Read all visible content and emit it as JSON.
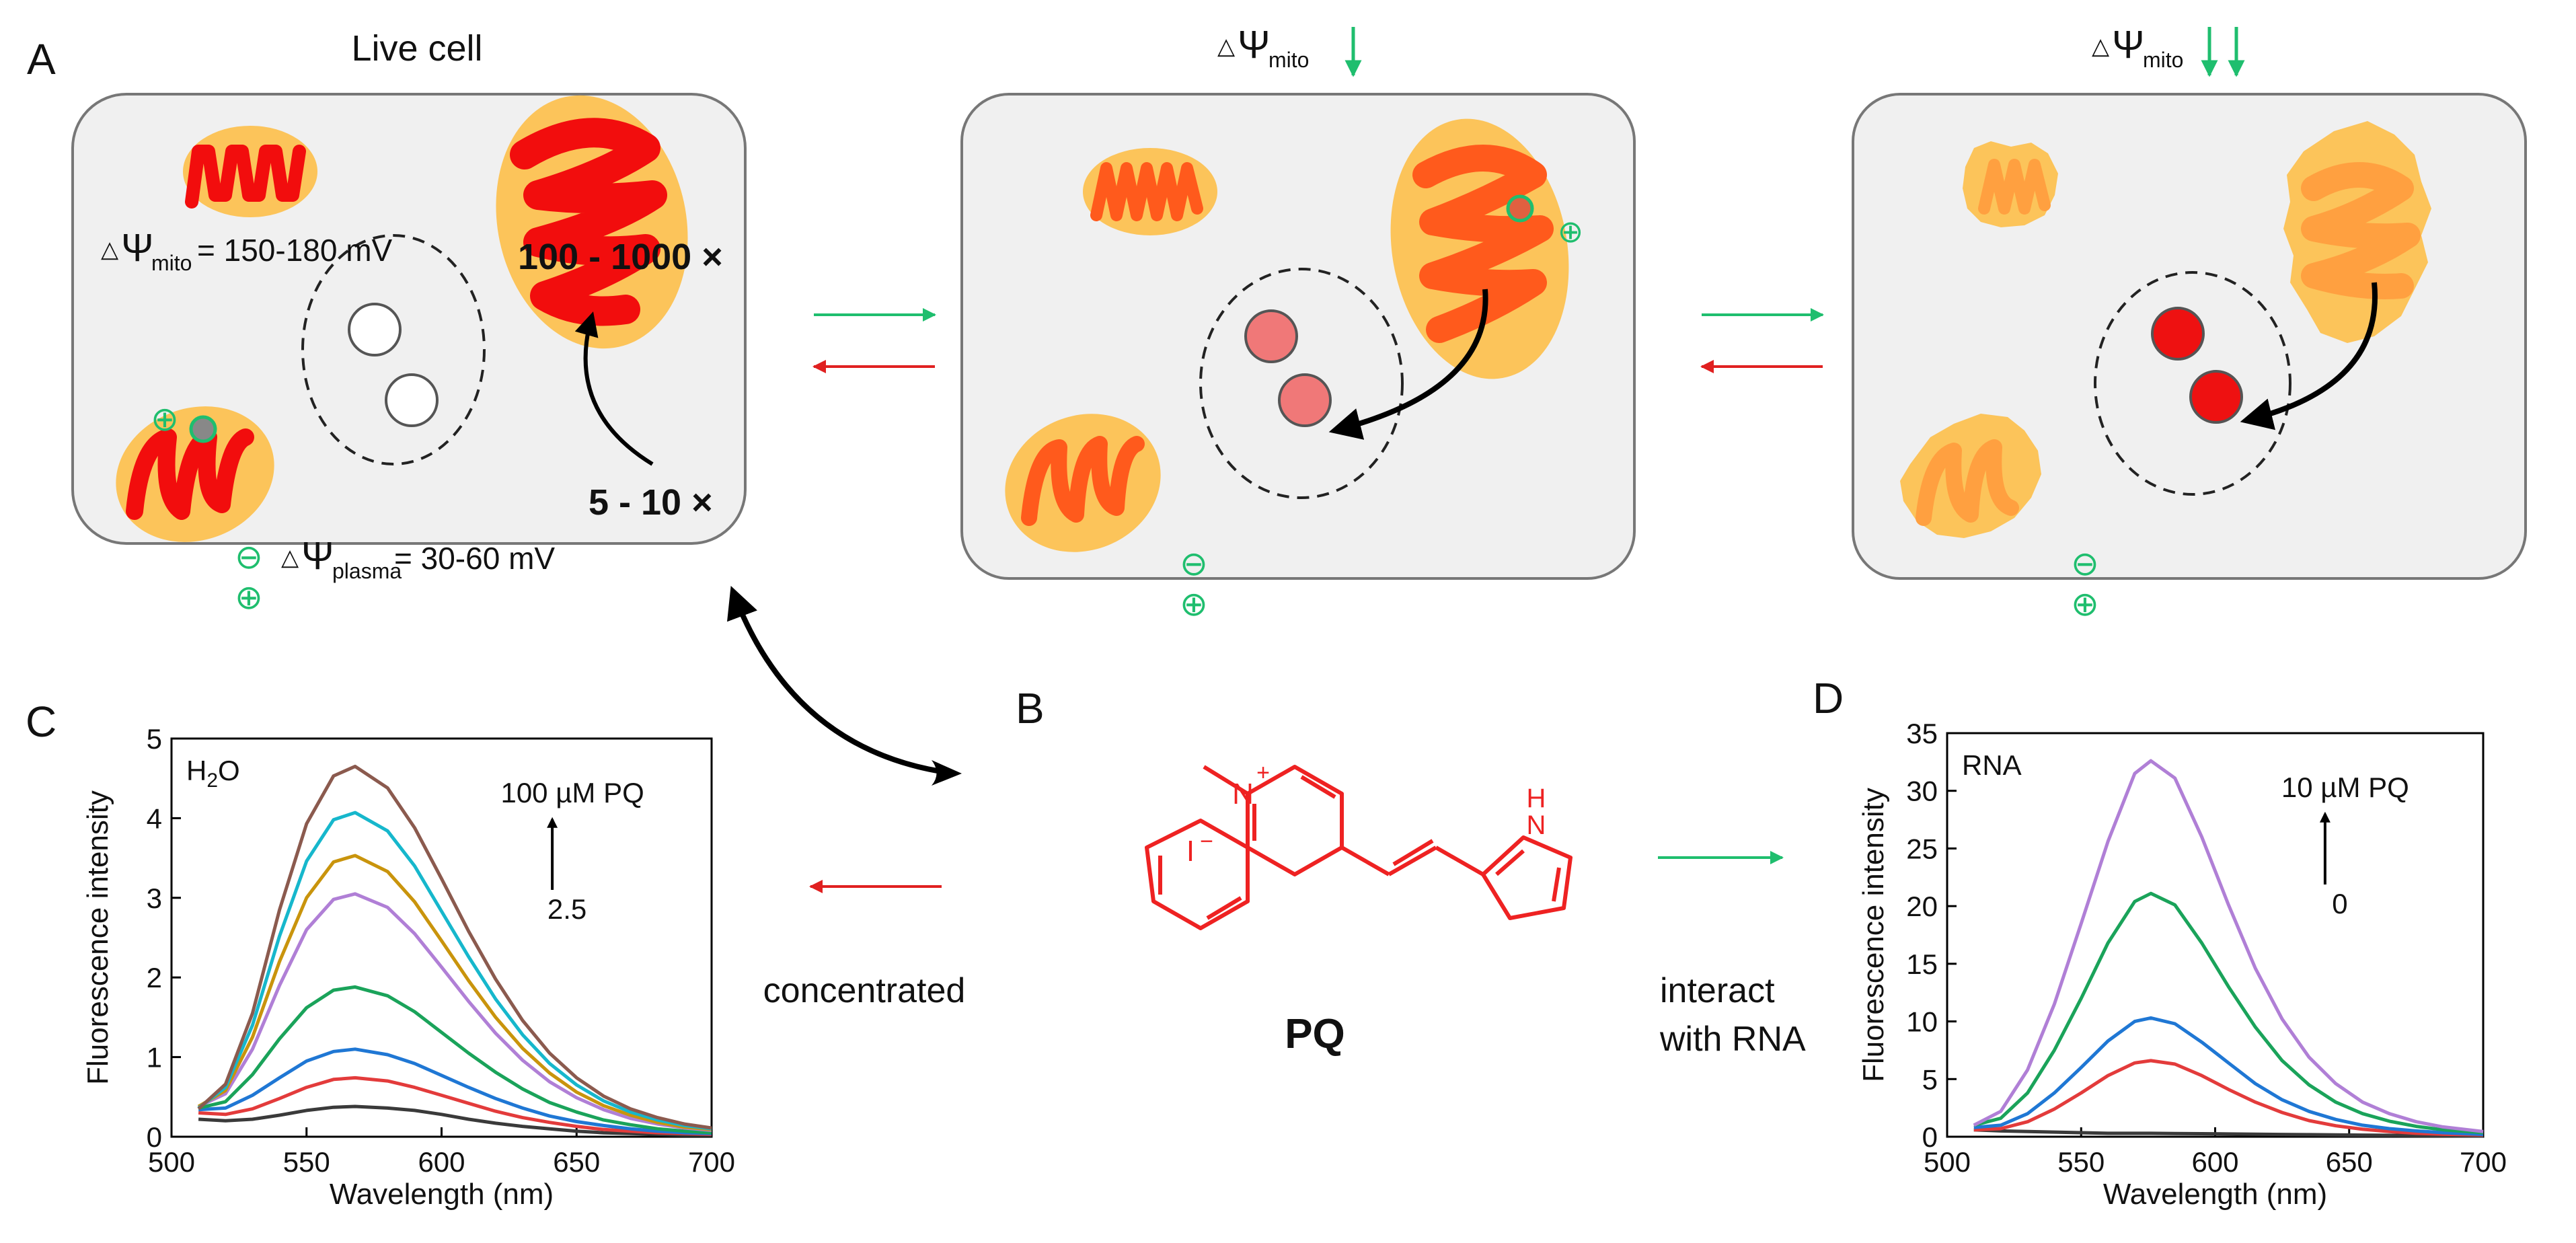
{
  "panel_labels": {
    "A": "A",
    "B": "B",
    "C": "C",
    "D": "D"
  },
  "panel_a": {
    "live_cell_title": "Live cell",
    "delta_symbol": "△",
    "psi": "Ψ",
    "mito_sub": "mito",
    "plasma_sub": "plasma",
    "mito_potential": "= 150-180 mV",
    "plasma_potential": "= 30-60 mV",
    "accumulation_mito": "100 - 1000 ×",
    "accumulation_plasma": "5 - 10 ×",
    "minus": "⊖",
    "plus": "⊕"
  },
  "panel_b": {
    "molecule_name": "PQ",
    "iodide": "I",
    "iodide_charge": "−",
    "nitrogen": "N",
    "nitrogen_charge": "+",
    "pyrrole_h": "H",
    "pyrrole_n": "N",
    "left_label": "concentrated",
    "right_label_line1": "interact",
    "right_label_line2": "with RNA"
  },
  "colors": {
    "mito_fill": "#fcc45a",
    "cristae_red": "#f20d0d",
    "cristae_orange": "#ff5a1c",
    "cristae_pale": "#ffa040",
    "nucleolus_pink": "#f07878",
    "nucleolus_red": "#ee1111",
    "green": "#1fbe6e",
    "red_arrow": "#e02020",
    "molecule_red": "#ee2222"
  },
  "chart_data": [
    {
      "type": "line",
      "panel": "C",
      "annotation": "H2O",
      "conc_top": "100 µM PQ",
      "conc_bottom": "2.5",
      "xlabel": "Wavelength (nm)",
      "ylabel": "Fluorescence intensity",
      "xlim": [
        500,
        700
      ],
      "ylim": [
        0,
        5
      ],
      "xticks": [
        500,
        550,
        600,
        650,
        700
      ],
      "yticks": [
        0,
        1,
        2,
        3,
        4,
        5
      ],
      "x": [
        510,
        520,
        530,
        540,
        550,
        560,
        568,
        580,
        590,
        600,
        610,
        620,
        630,
        640,
        650,
        660,
        670,
        680,
        690,
        700
      ],
      "series": [
        {
          "color": "#3a3a3a",
          "values": [
            0.22,
            0.2,
            0.22,
            0.27,
            0.33,
            0.37,
            0.38,
            0.36,
            0.33,
            0.28,
            0.22,
            0.17,
            0.13,
            0.1,
            0.07,
            0.05,
            0.04,
            0.03,
            0.02,
            0.02
          ]
        },
        {
          "color": "#e33b3b",
          "values": [
            0.3,
            0.28,
            0.35,
            0.48,
            0.62,
            0.72,
            0.74,
            0.7,
            0.62,
            0.52,
            0.42,
            0.32,
            0.24,
            0.18,
            0.13,
            0.09,
            0.07,
            0.05,
            0.04,
            0.03
          ]
        },
        {
          "color": "#1f77d4",
          "values": [
            0.34,
            0.36,
            0.52,
            0.74,
            0.95,
            1.07,
            1.1,
            1.03,
            0.92,
            0.77,
            0.62,
            0.48,
            0.36,
            0.26,
            0.19,
            0.14,
            0.1,
            0.07,
            0.05,
            0.04
          ]
        },
        {
          "color": "#1aa35a",
          "values": [
            0.36,
            0.44,
            0.78,
            1.23,
            1.62,
            1.84,
            1.88,
            1.77,
            1.57,
            1.31,
            1.05,
            0.81,
            0.6,
            0.43,
            0.31,
            0.21,
            0.15,
            0.1,
            0.07,
            0.05
          ]
        },
        {
          "color": "#b07fd6",
          "values": [
            0.38,
            0.54,
            1.1,
            1.9,
            2.6,
            2.98,
            3.05,
            2.88,
            2.55,
            2.13,
            1.7,
            1.3,
            0.96,
            0.69,
            0.49,
            0.34,
            0.23,
            0.16,
            0.11,
            0.08
          ]
        },
        {
          "color": "#c9940c",
          "values": [
            0.38,
            0.58,
            1.25,
            2.2,
            3.0,
            3.45,
            3.53,
            3.33,
            2.95,
            2.46,
            1.96,
            1.5,
            1.11,
            0.8,
            0.56,
            0.39,
            0.27,
            0.18,
            0.12,
            0.09
          ]
        },
        {
          "color": "#16b7cc",
          "values": [
            0.36,
            0.62,
            1.4,
            2.52,
            3.46,
            3.98,
            4.07,
            3.84,
            3.4,
            2.83,
            2.26,
            1.73,
            1.28,
            0.92,
            0.65,
            0.45,
            0.31,
            0.21,
            0.14,
            0.1
          ]
        },
        {
          "color": "#8b5a4e",
          "values": [
            0.35,
            0.66,
            1.55,
            2.85,
            3.93,
            4.53,
            4.65,
            4.38,
            3.88,
            3.24,
            2.58,
            1.98,
            1.46,
            1.05,
            0.74,
            0.51,
            0.35,
            0.24,
            0.16,
            0.11
          ]
        }
      ]
    },
    {
      "type": "line",
      "panel": "D",
      "annotation": "RNA",
      "conc_top": "10 µM PQ",
      "conc_bottom": "0",
      "xlabel": "Wavelength (nm)",
      "ylabel": "Fluorescence intensity",
      "xlim": [
        500,
        700
      ],
      "ylim": [
        0,
        35
      ],
      "xticks": [
        500,
        550,
        600,
        650,
        700
      ],
      "yticks": [
        0,
        5,
        10,
        15,
        20,
        25,
        30,
        35
      ],
      "x": [
        510,
        520,
        530,
        540,
        550,
        560,
        570,
        576,
        585,
        595,
        605,
        615,
        625,
        635,
        645,
        655,
        665,
        675,
        685,
        700
      ],
      "series": [
        {
          "color": "#3a3a3a",
          "values": [
            0.6,
            0.5,
            0.45,
            0.4,
            0.35,
            0.3,
            0.3,
            0.3,
            0.28,
            0.26,
            0.24,
            0.22,
            0.2,
            0.18,
            0.16,
            0.14,
            0.12,
            0.1,
            0.08,
            0.06
          ]
        },
        {
          "color": "#e33b3b",
          "values": [
            0.6,
            0.7,
            1.3,
            2.4,
            3.8,
            5.3,
            6.4,
            6.6,
            6.3,
            5.3,
            4.1,
            3.0,
            2.1,
            1.4,
            0.95,
            0.65,
            0.45,
            0.3,
            0.22,
            0.15
          ]
        },
        {
          "color": "#1f77d4",
          "values": [
            0.8,
            1.0,
            2.0,
            3.8,
            6.0,
            8.3,
            10.0,
            10.3,
            9.8,
            8.2,
            6.4,
            4.6,
            3.2,
            2.2,
            1.5,
            1.0,
            0.7,
            0.5,
            0.35,
            0.2
          ]
        },
        {
          "color": "#1aa35a",
          "values": [
            1.0,
            1.6,
            3.8,
            7.5,
            12.0,
            16.8,
            20.4,
            21.1,
            20.1,
            16.8,
            13.0,
            9.5,
            6.6,
            4.5,
            3.0,
            2.0,
            1.35,
            0.9,
            0.6,
            0.35
          ]
        },
        {
          "color": "#b07fd6",
          "values": [
            1.0,
            2.2,
            5.8,
            11.5,
            18.5,
            25.6,
            31.5,
            32.6,
            31.1,
            26.0,
            20.1,
            14.6,
            10.2,
            6.9,
            4.6,
            3.0,
            2.0,
            1.3,
            0.85,
            0.45
          ]
        }
      ]
    }
  ]
}
